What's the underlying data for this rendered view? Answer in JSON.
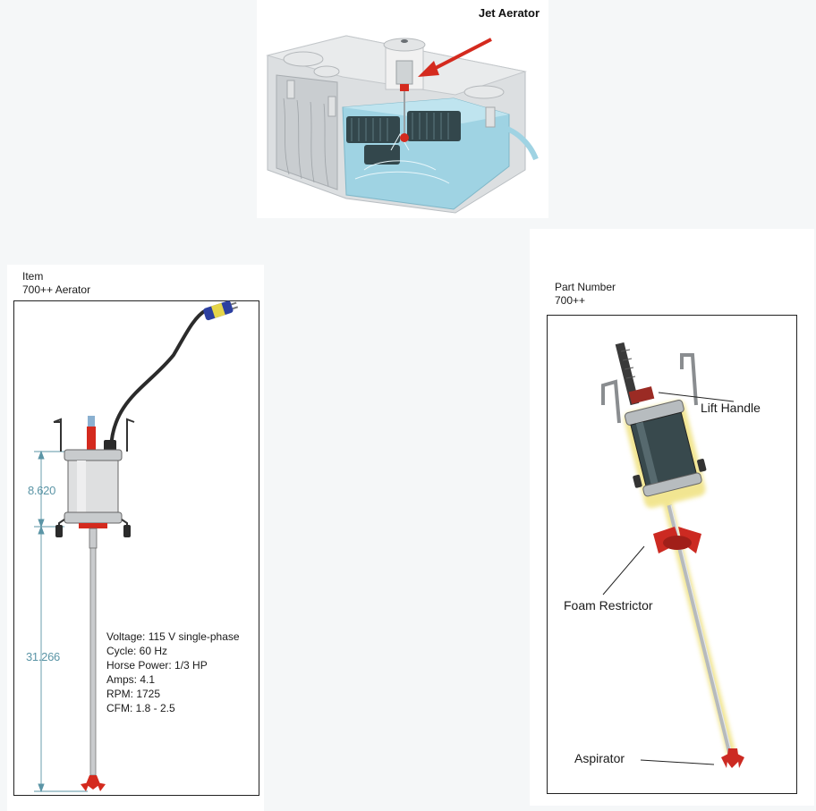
{
  "top_figure": {
    "title": "Jet Aerator"
  },
  "left_figure": {
    "caption_label": "Item",
    "caption_value": "700++ Aerator",
    "dimensions": [
      "8.620",
      "31.266"
    ],
    "specs": [
      "Voltage: 115 V single-phase",
      "Cycle: 60 Hz",
      "Horse Power: 1/3 HP",
      "Amps: 4.1",
      "RPM: 1725",
      "CFM:  1.8 - 2.5"
    ]
  },
  "right_figure": {
    "caption_label": "Part Number",
    "caption_value": "700++",
    "callouts": {
      "lift_handle": "Lift Handle",
      "foam_restrictor": "Foam Restrictor",
      "aspirator": "Aspirator"
    }
  },
  "colors": {
    "accent_red": "#d42a1e",
    "water_blue": "#9fd3e3",
    "dimension_teal": "#5b95a6"
  }
}
